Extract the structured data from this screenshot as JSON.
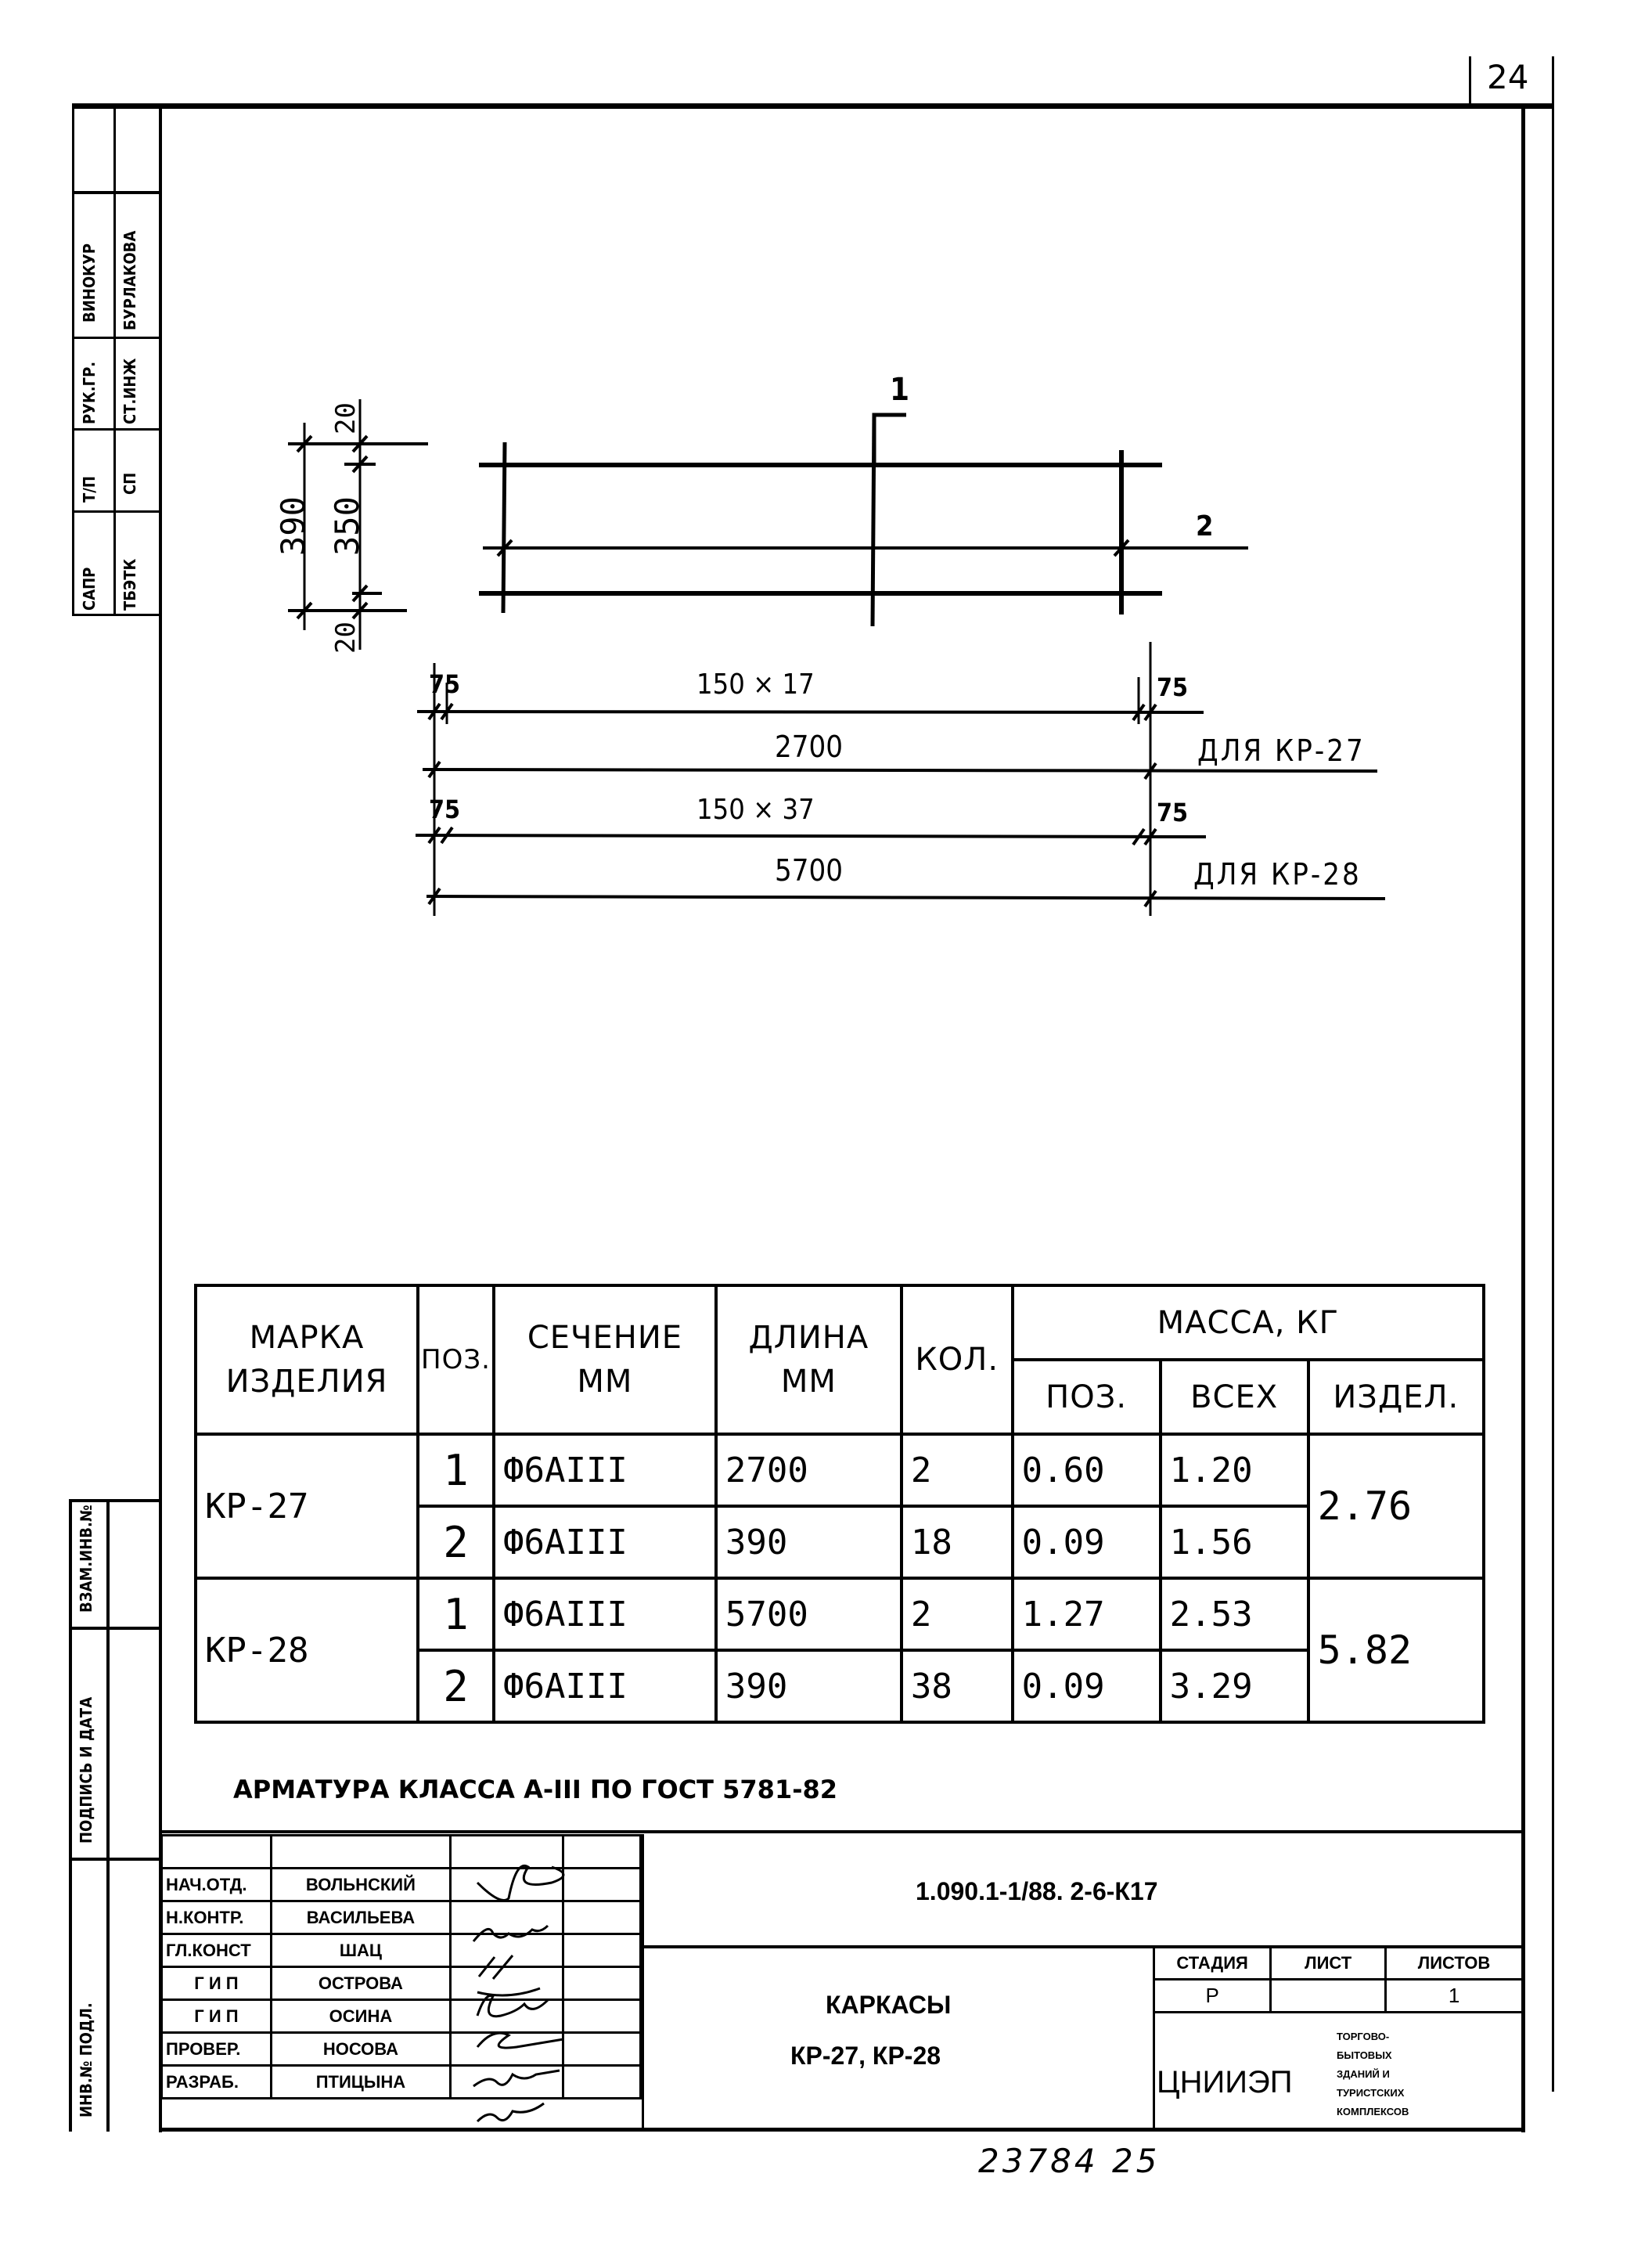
{
  "page_number": "24",
  "left_stamp_top": {
    "labels": [
      "САПР",
      "ТБЭТК",
      "Т/П",
      "СП",
      "РУК.ГР.",
      "СТ.ИНЖ",
      "ВИНОКУР",
      "БУРЛАКОВА"
    ]
  },
  "left_stamp_bottom": {
    "labels": [
      "ВЗАМ.ИНВ.№",
      "ПОДПИСЬ И ДАТА",
      "ИНВ.№ ПОДЛ."
    ]
  },
  "drawing": {
    "callout_1": "1",
    "callout_2": "2",
    "dim_390": "390",
    "dim_350": "350",
    "dim_20_top": "20",
    "dim_20_bottom": "20",
    "kr27": {
      "edge_left": "75",
      "edge_right": "75",
      "spacing": "150 × 17",
      "total": "2700",
      "label": "ДЛЯ КР-27"
    },
    "kr28": {
      "edge_left": "75",
      "edge_right": "75",
      "spacing": "150 × 37",
      "total": "5700",
      "label": "ДЛЯ КР-28"
    }
  },
  "spec_table": {
    "headers": {
      "mark": "МАРКА ИЗДЕЛИЯ",
      "pos": "ПОЗ.",
      "section": "СЕЧЕНИЕ ММ",
      "length": "ДЛИНА ММ",
      "qty": "КОЛ.",
      "mass": "МАССА, КГ",
      "mass_pos": "ПОЗ.",
      "mass_all": "ВСЕХ",
      "mass_item": "ИЗДЕЛ."
    },
    "groups": [
      {
        "mark": "КР-27",
        "item_mass": "2.76",
        "rows": [
          {
            "pos": "1",
            "section": "Ф6АIII",
            "length": "2700",
            "qty": "2",
            "mass_pos": "0.60",
            "mass_all": "1.20"
          },
          {
            "pos": "2",
            "section": "Ф6АIII",
            "length": "390",
            "qty": "18",
            "mass_pos": "0.09",
            "mass_all": "1.56"
          }
        ]
      },
      {
        "mark": "КР-28",
        "item_mass": "5.82",
        "rows": [
          {
            "pos": "1",
            "section": "Ф6АIII",
            "length": "5700",
            "qty": "2",
            "mass_pos": "1.27",
            "mass_all": "2.53"
          },
          {
            "pos": "2",
            "section": "Ф6АIII",
            "length": "390",
            "qty": "38",
            "mass_pos": "0.09",
            "mass_all": "3.29"
          }
        ]
      }
    ]
  },
  "note": "АРМАТУРА КЛАССА А-III ПО ГОСТ 5781-82",
  "title_block": {
    "signatures": [
      {
        "role": "НАЧ.ОТД.",
        "name": "ВОЛЬНСКИЙ"
      },
      {
        "role": "Н.КОНТР.",
        "name": "ВАСИЛЬЕВА"
      },
      {
        "role": "ГЛ.КОНСТ",
        "name": "ШАЦ"
      },
      {
        "role": "Г И П",
        "name": "ОСТРОВА"
      },
      {
        "role": "Г И П",
        "name": "ОСИНА"
      },
      {
        "role": "ПРОВЕР.",
        "name": "НОСОВА"
      },
      {
        "role": "РАЗРАБ.",
        "name": "ПТИЦЫНА"
      }
    ],
    "doc_code": "1.090.1-1/88. 2-6-К17",
    "title_line1": "КАРКАСЫ",
    "title_line2": "КР-27, КР-28",
    "stage_label": "СТАДИЯ",
    "sheet_label": "ЛИСТ",
    "sheets_label": "ЛИСТОВ",
    "stage_value": "Р",
    "sheet_value": "",
    "sheets_value": "1",
    "org": "ЦНИИЭП",
    "org_desc": [
      "ТОРГОВО-",
      "БЫТОВЫХ",
      "ЗДАНИЙ И",
      "ТУРИСТСКИХ",
      "КОМПЛЕКСОВ"
    ]
  },
  "bottom_handwritten": "23784 25"
}
